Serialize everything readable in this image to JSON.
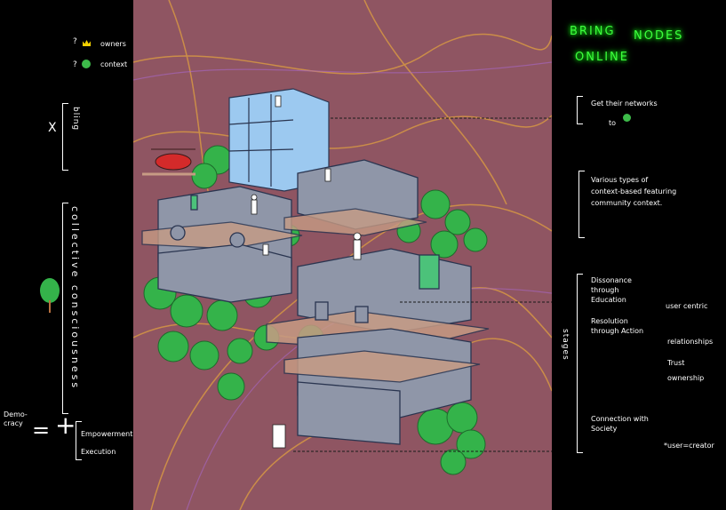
{
  "colors": {
    "background": "#000000",
    "map_background": "#8f5562",
    "glow_green": "#3dff3d",
    "tree_green": "#34b34a",
    "building_gray": "#8f96a8",
    "building_blue": "#9cc9f0",
    "roof_tan": "#c79b84",
    "helicopter_red": "#d42a2a",
    "contour_orange": "#e0a040"
  },
  "left": {
    "legend_owners": "owners",
    "legend_context": "context",
    "x_mark": "X",
    "vertical_top": "bling",
    "vertical_collective": "collective consciousness",
    "tree_icon": "tree-icon",
    "equation_left": "Demo-\ncracy",
    "equation_eq": "=",
    "equation_plus": "+",
    "empowerment": "Empowerment",
    "execution": "Execution"
  },
  "right": {
    "title_words": [
      "BRING",
      "NODES",
      "ONLINE"
    ],
    "note_networks": "Get their networks",
    "note_to": "to",
    "note_various": "Various types of\ncontext-based featuring\ncommunity context.",
    "note_dissonance": "Dissonance\nthrough\nEducation",
    "note_user_centric": "user centric",
    "note_resolution": "Resolution\nthrough Action",
    "bullets": [
      "relationships",
      "Trust",
      "ownership"
    ],
    "note_connection": "Connection with\nSociety",
    "note_user_creator": "*user=creator",
    "vertical_stages": "stages"
  }
}
